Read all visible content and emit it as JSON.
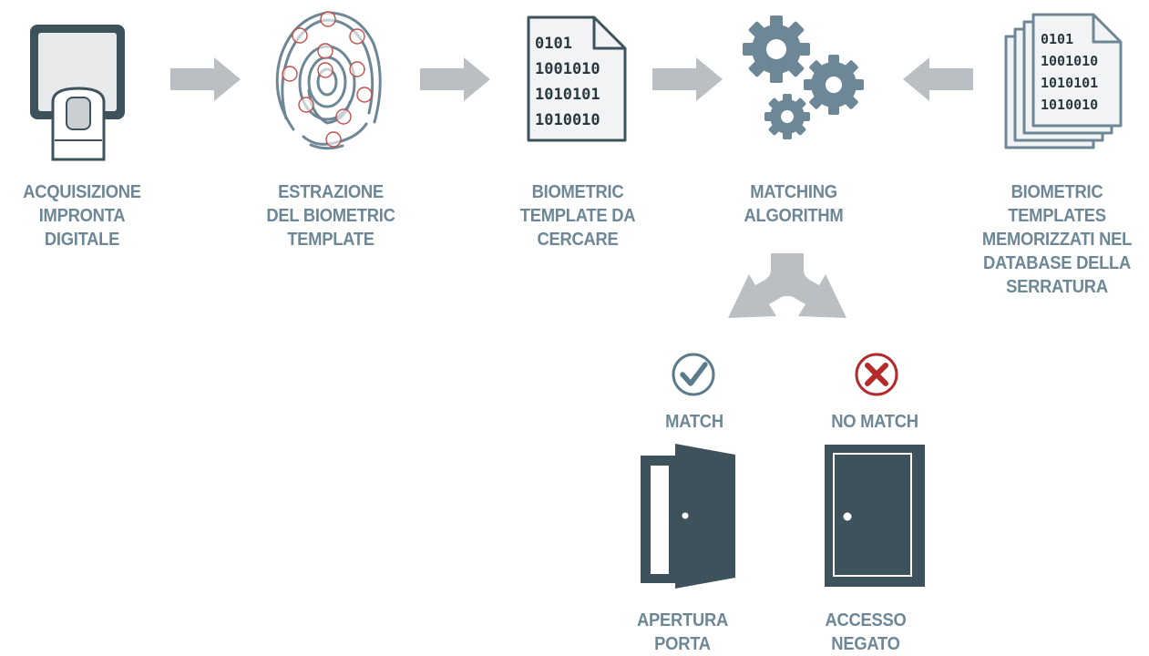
{
  "colors": {
    "dark": "#3e525c",
    "label": "#6e8796",
    "arrow": "#b9bfc2",
    "match": "#5b7b8c",
    "nomatch": "#b52a2a",
    "fingerprint_marker": "#c0504d"
  },
  "steps": [
    {
      "icon": "fingerprint-scanner-icon",
      "lines": [
        "ACQUISIZIONE",
        "IMPRONTA",
        "DIGITALE"
      ]
    },
    {
      "icon": "fingerprint-icon",
      "lines": [
        "ESTRAZIONE",
        "DEL BIOMETRIC",
        "TEMPLATE"
      ]
    },
    {
      "icon": "binary-document-icon",
      "lines": [
        "BIOMETRIC",
        "TEMPLATE DA",
        "CERCARE"
      ],
      "binary": [
        "0101",
        "1001010",
        "1010101",
        "1010010"
      ]
    },
    {
      "icon": "gears-icon",
      "lines": [
        "MATCHING",
        "ALGORITHM"
      ]
    },
    {
      "icon": "binary-documents-stack-icon",
      "lines": [
        "BIOMETRIC",
        "TEMPLATES",
        "MEMORIZZATI NEL",
        "DATABASE DELLA",
        "SERRATURA"
      ],
      "binary": [
        "0101",
        "1001010",
        "1010101",
        "1010010"
      ]
    }
  ],
  "outcomes": {
    "match": {
      "label": "MATCH",
      "icon": "check-circle-icon",
      "door_icon": "open-door-icon",
      "result": [
        "APERTURA",
        "PORTA"
      ]
    },
    "nomatch": {
      "label": "NO MATCH",
      "icon": "x-circle-icon",
      "door_icon": "closed-door-icon",
      "result": [
        "ACCESSO",
        "NEGATO"
      ]
    }
  }
}
